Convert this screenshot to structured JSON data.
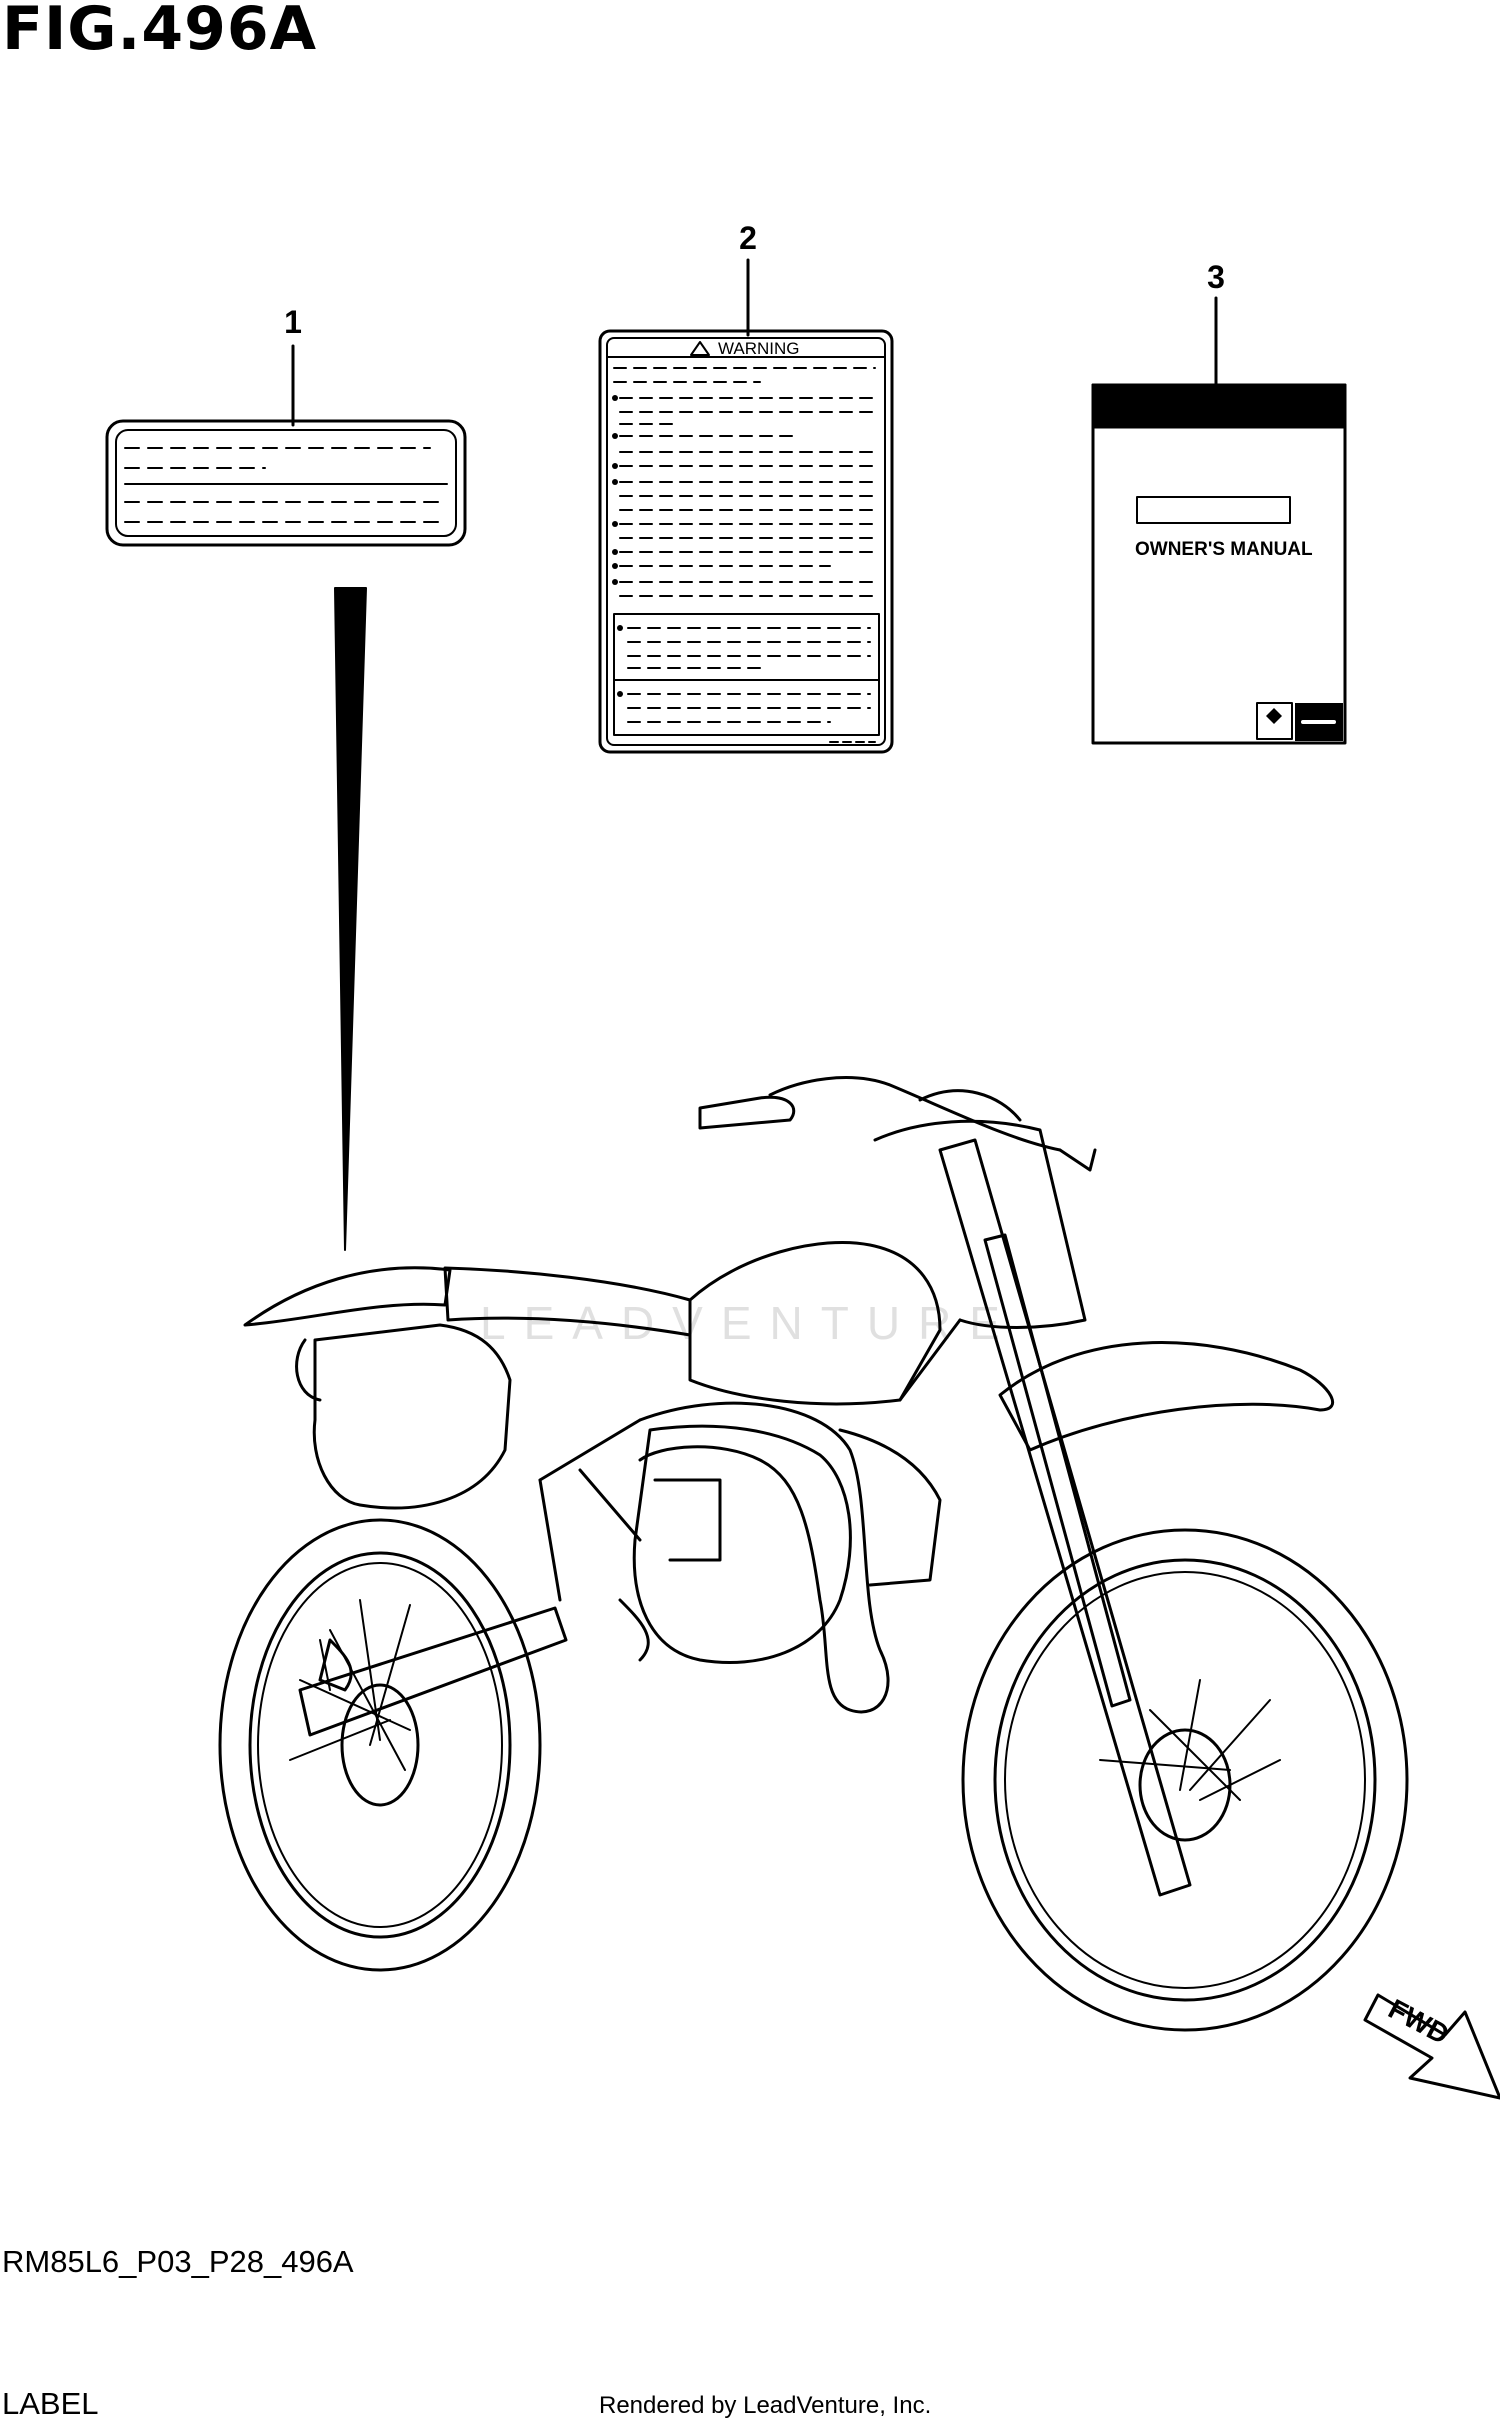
{
  "figure": {
    "title": "FIG.496A",
    "code": "RM85L6_P03_P28_496A",
    "label": "LABEL",
    "rendered_by": "Rendered by LeadVenture, Inc.",
    "watermark": "LEADVENTURE"
  },
  "callouts": [
    {
      "number": "1"
    },
    {
      "number": "2"
    },
    {
      "number": "3"
    }
  ],
  "parts": {
    "warning_label": {
      "heading": "WARNING"
    },
    "owners_manual": {
      "title": "OWNER'S MANUAL"
    }
  },
  "direction_arrow": {
    "text": "FWD"
  }
}
